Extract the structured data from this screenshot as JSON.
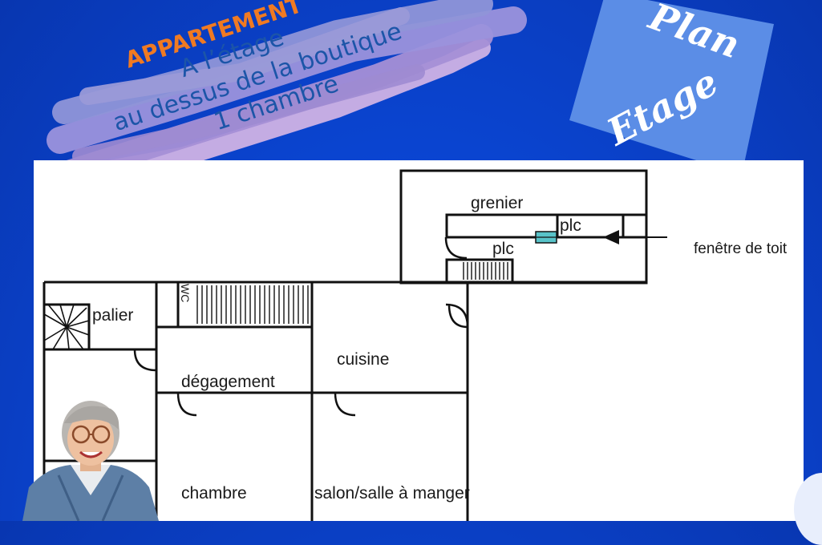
{
  "banner": {
    "heading": "APPARTEMENT",
    "line1": "A l’étage",
    "line2": "au dessus de la boutique",
    "line3": "1 chambre"
  },
  "tag": {
    "line1": "Plan",
    "line2": "Etage"
  },
  "plan": {
    "rooms": {
      "grenier": "grenier",
      "plc_top": "plc",
      "plc_bottom": "plc",
      "roof_window": "fenêtre de toit",
      "wc": "WC",
      "palier": "palier",
      "cuisine": "cuisine",
      "degagement": "dégagement",
      "chambre": "chambre",
      "salon": "salon/salle à manger"
    }
  },
  "colors": {
    "background": "#0b4be0",
    "banner_stroke": "#8f95d8",
    "banner_accent": "#f07a22",
    "tag_fill": "#5b8de6",
    "wall": "#111111",
    "skylight": "#58c3c9"
  }
}
